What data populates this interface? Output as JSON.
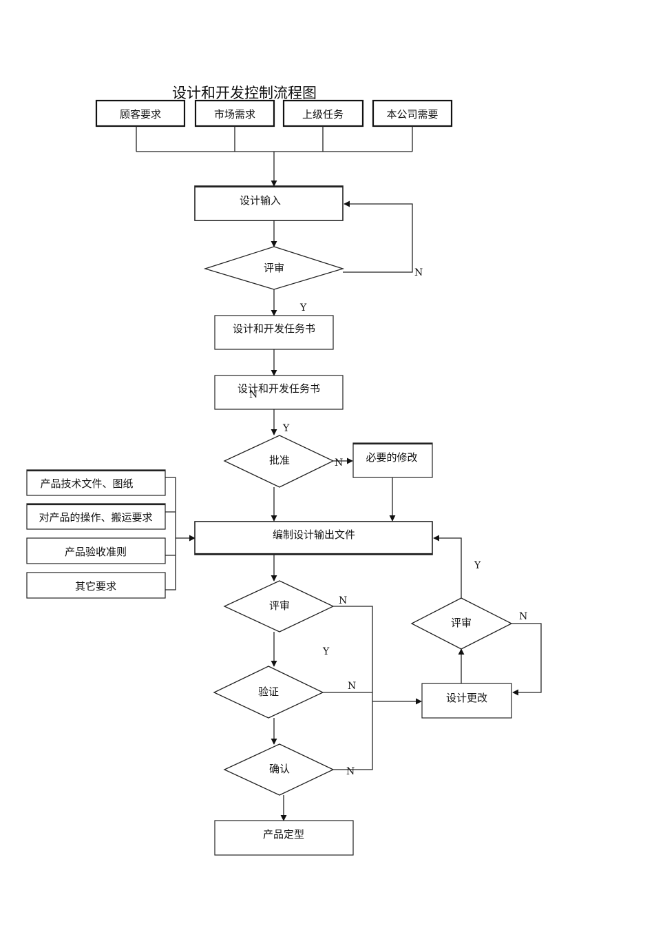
{
  "title": "设计和开发控制流程图",
  "inputs": [
    "顾客要求",
    "市场需求",
    "上级任务",
    "本公司需要"
  ],
  "steps": {
    "design_input": "设计输入",
    "review_1": "评审",
    "task_book_1": "设计和开发任务书",
    "task_book_2": "设计和开发任务书",
    "approve": "批准",
    "necessary_change": "必要的修改",
    "output_docs": "编制设计输出文件",
    "review_2": "评审",
    "verify": "验证",
    "confirm": "确认",
    "finalize": "产品定型",
    "design_change": "设计更改",
    "review_3": "评审"
  },
  "output_contents": [
    "产品技术文件、图纸",
    "对产品的操作、搬运要求",
    "产品验收准则",
    "其它要求"
  ],
  "flags": {
    "yes": "Y",
    "no": "N"
  }
}
